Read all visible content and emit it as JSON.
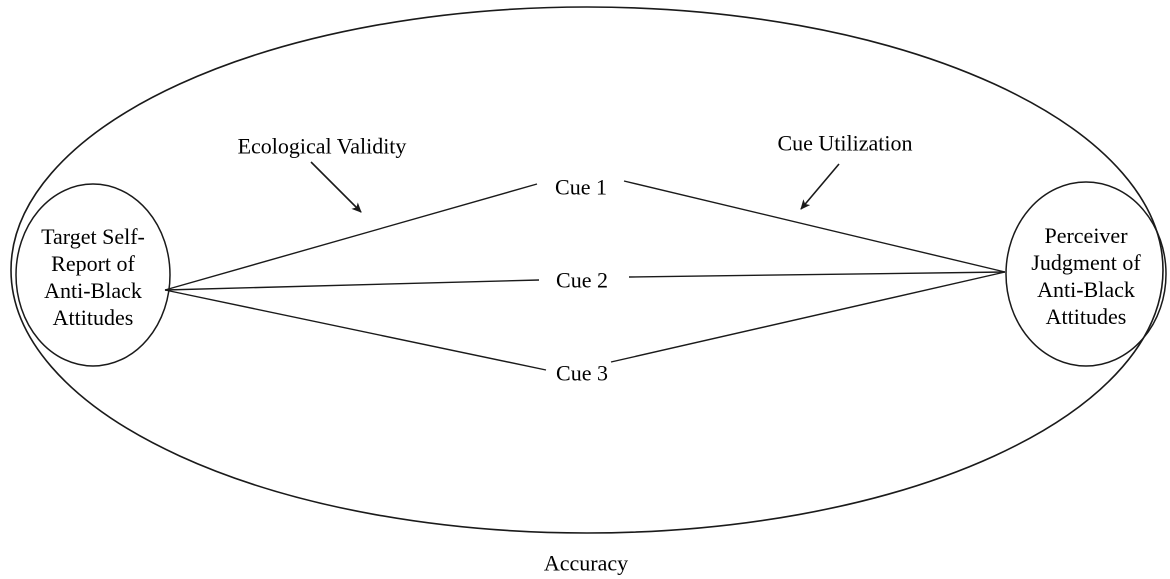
{
  "diagram": {
    "kind": "lens-model",
    "left_node": {
      "lines": [
        "Target Self-",
        "Report of",
        "Anti-Black",
        "Attitudes"
      ]
    },
    "right_node": {
      "lines": [
        "Perceiver",
        "Judgment of",
        "Anti-Black",
        "Attitudes"
      ]
    },
    "labels": {
      "ecological_validity": "Ecological Validity",
      "cue_utilization": "Cue Utilization",
      "accuracy": "Accuracy"
    },
    "cues": [
      {
        "label": "Cue 1"
      },
      {
        "label": "Cue 2"
      },
      {
        "label": "Cue 3"
      }
    ],
    "colors": {
      "ink": "#1a1a1a",
      "background": "#ffffff"
    }
  }
}
